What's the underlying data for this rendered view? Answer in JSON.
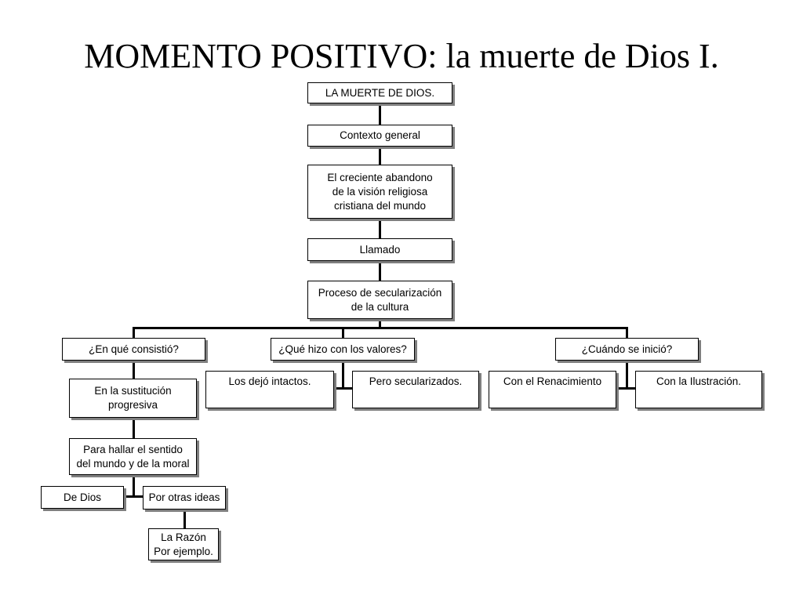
{
  "title": "MOMENTO POSITIVO: la muerte de Dios I.",
  "nodes": {
    "root": "LA MUERTE DE DIOS.",
    "context": "Contexto general",
    "abandon": "El creciente abandono\nde la visión religiosa\ncristiana del mundo",
    "called": "Llamado",
    "process": "Proceso de secularización\nde la cultura",
    "q_consist": "¿En qué consistió?",
    "q_values": "¿Qué hizo con los valores?",
    "q_when": "¿Cuándo se inició?",
    "substitution": "En la sustitución\nprogresiva",
    "meaning": "Para hallar el sentido\ndel mundo y de la moral",
    "of_god": "De Dios",
    "other_ideas": "Por otras ideas",
    "reason": "La Razón\nPor ejemplo.",
    "intact": "Los dejó intactos.",
    "secularized": "Pero secularizados.",
    "renaissance": "Con el Renacimiento",
    "enlightenment": "Con la Ilustración."
  }
}
